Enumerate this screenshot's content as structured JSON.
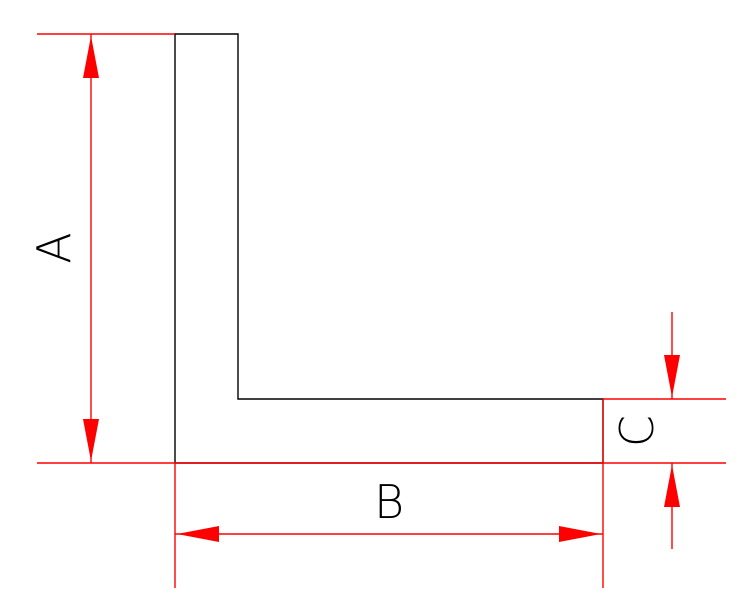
{
  "drawing": {
    "labels": {
      "a": "A",
      "b": "B",
      "c": "C"
    },
    "colors": {
      "outline": "#000000",
      "dimension": "#ff0000"
    }
  }
}
